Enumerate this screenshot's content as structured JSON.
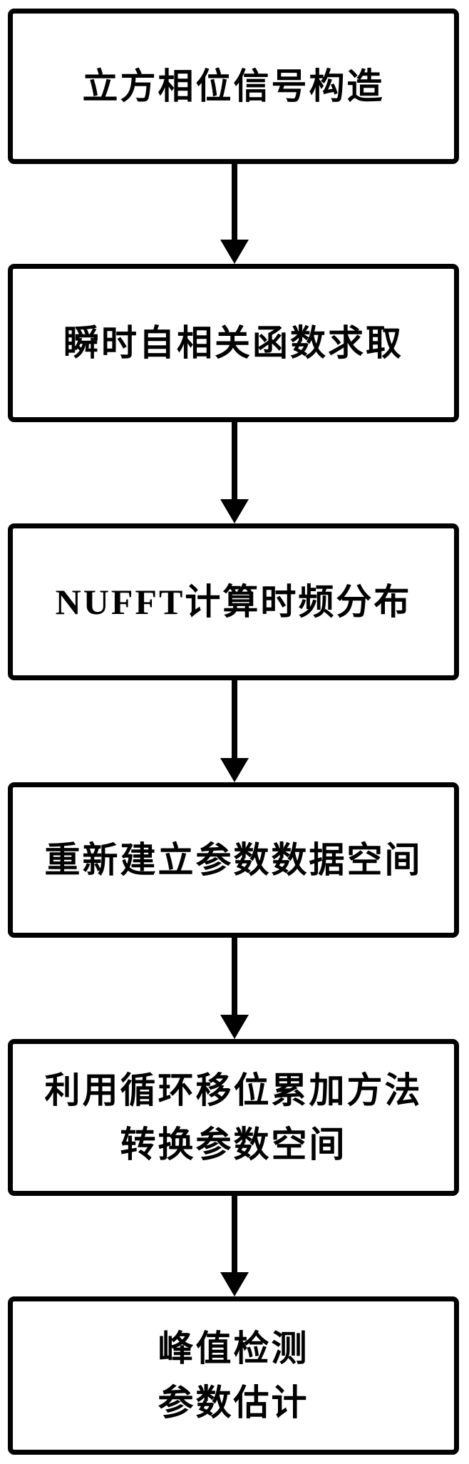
{
  "diagram": {
    "type": "flowchart",
    "direction": "top-down",
    "background_color": "#ffffff",
    "line_color": "#010101",
    "nodes": [
      {
        "id": 1,
        "shape": "rectangle",
        "lines": [
          "立方相位信号构造"
        ]
      },
      {
        "id": 2,
        "shape": "rectangle",
        "lines": [
          "瞬时自相关函数求取"
        ]
      },
      {
        "id": 3,
        "shape": "rectangle",
        "lines": [
          "NUFFT计算时频分布"
        ]
      },
      {
        "id": 4,
        "shape": "rectangle",
        "lines": [
          "重新建立参数数据空间"
        ]
      },
      {
        "id": 5,
        "shape": "rectangle",
        "lines": [
          "利用循环移位累加方法",
          "转换参数空间"
        ]
      },
      {
        "id": 6,
        "shape": "rectangle",
        "lines": [
          "峰值检测",
          "参数估计"
        ]
      }
    ],
    "edges": [
      {
        "from": 1,
        "to": 2,
        "style": "arrow-down"
      },
      {
        "from": 2,
        "to": 3,
        "style": "arrow-down"
      },
      {
        "from": 3,
        "to": 4,
        "style": "arrow-down"
      },
      {
        "from": 4,
        "to": 5,
        "style": "arrow-down"
      },
      {
        "from": 5,
        "to": 6,
        "style": "arrow-down"
      }
    ]
  }
}
